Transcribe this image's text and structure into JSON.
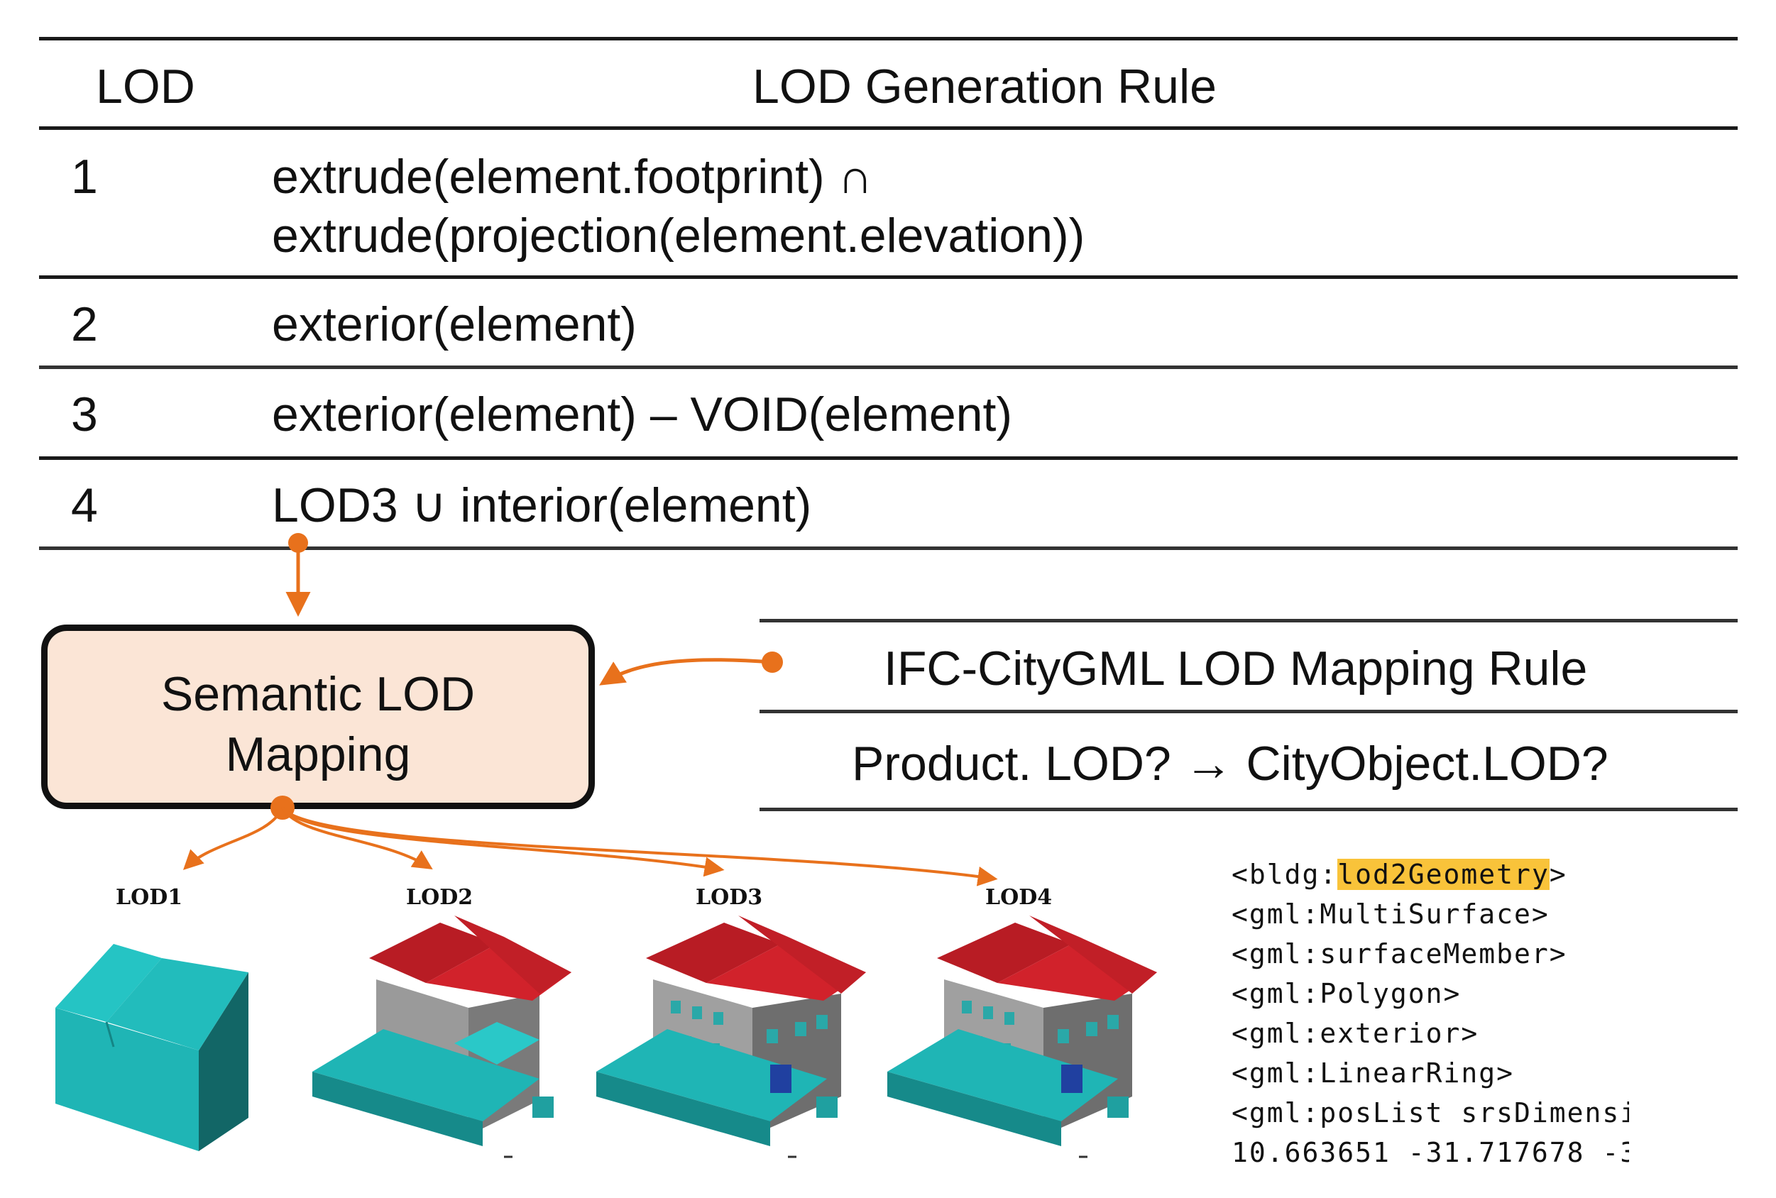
{
  "rule_table": {
    "headers": [
      "LOD",
      "LOD Generation Rule"
    ],
    "rows": [
      {
        "lod": "1",
        "rule_line1": "extrude(element.footprint) ∩",
        "rule_line2": "extrude(projection(element.elevation))"
      },
      {
        "lod": "2",
        "rule_line1": "exterior(element)"
      },
      {
        "lod": "3",
        "rule_line1": "exterior(element) – VOID(element)"
      },
      {
        "lod": "4",
        "rule_line1": "LOD3 ∪ interior(element)"
      }
    ]
  },
  "semantic_box": {
    "line1": "Semantic LOD",
    "line2": "Mapping"
  },
  "mapping_table": {
    "title": "IFC-CityGML LOD Mapping Rule",
    "rule": "Product. LOD? → CityObject.LOD?"
  },
  "lod_labels": [
    "LOD1",
    "LOD2",
    "LOD3",
    "LOD4"
  ],
  "xml_snippet": {
    "line1_prefix": "<bldg:",
    "line1_highlight": "lod2Geometry",
    "line1_suffix": ">",
    "lines": [
      "<gml:MultiSurface>",
      "<gml:surfaceMember>",
      "<gml:Polygon>",
      "<gml:exterior>",
      "<gml:LinearRing>",
      "<gml:posList srsDimensi",
      "10.663651 -31.717678 -3"
    ]
  },
  "colors": {
    "arrow": "#e8711c",
    "box_fill": "#fbe5d6",
    "highlight": "#f9c33a",
    "roof": "#d1222b",
    "wall": "#8a8a8a",
    "teal": "#1fb5b5"
  }
}
